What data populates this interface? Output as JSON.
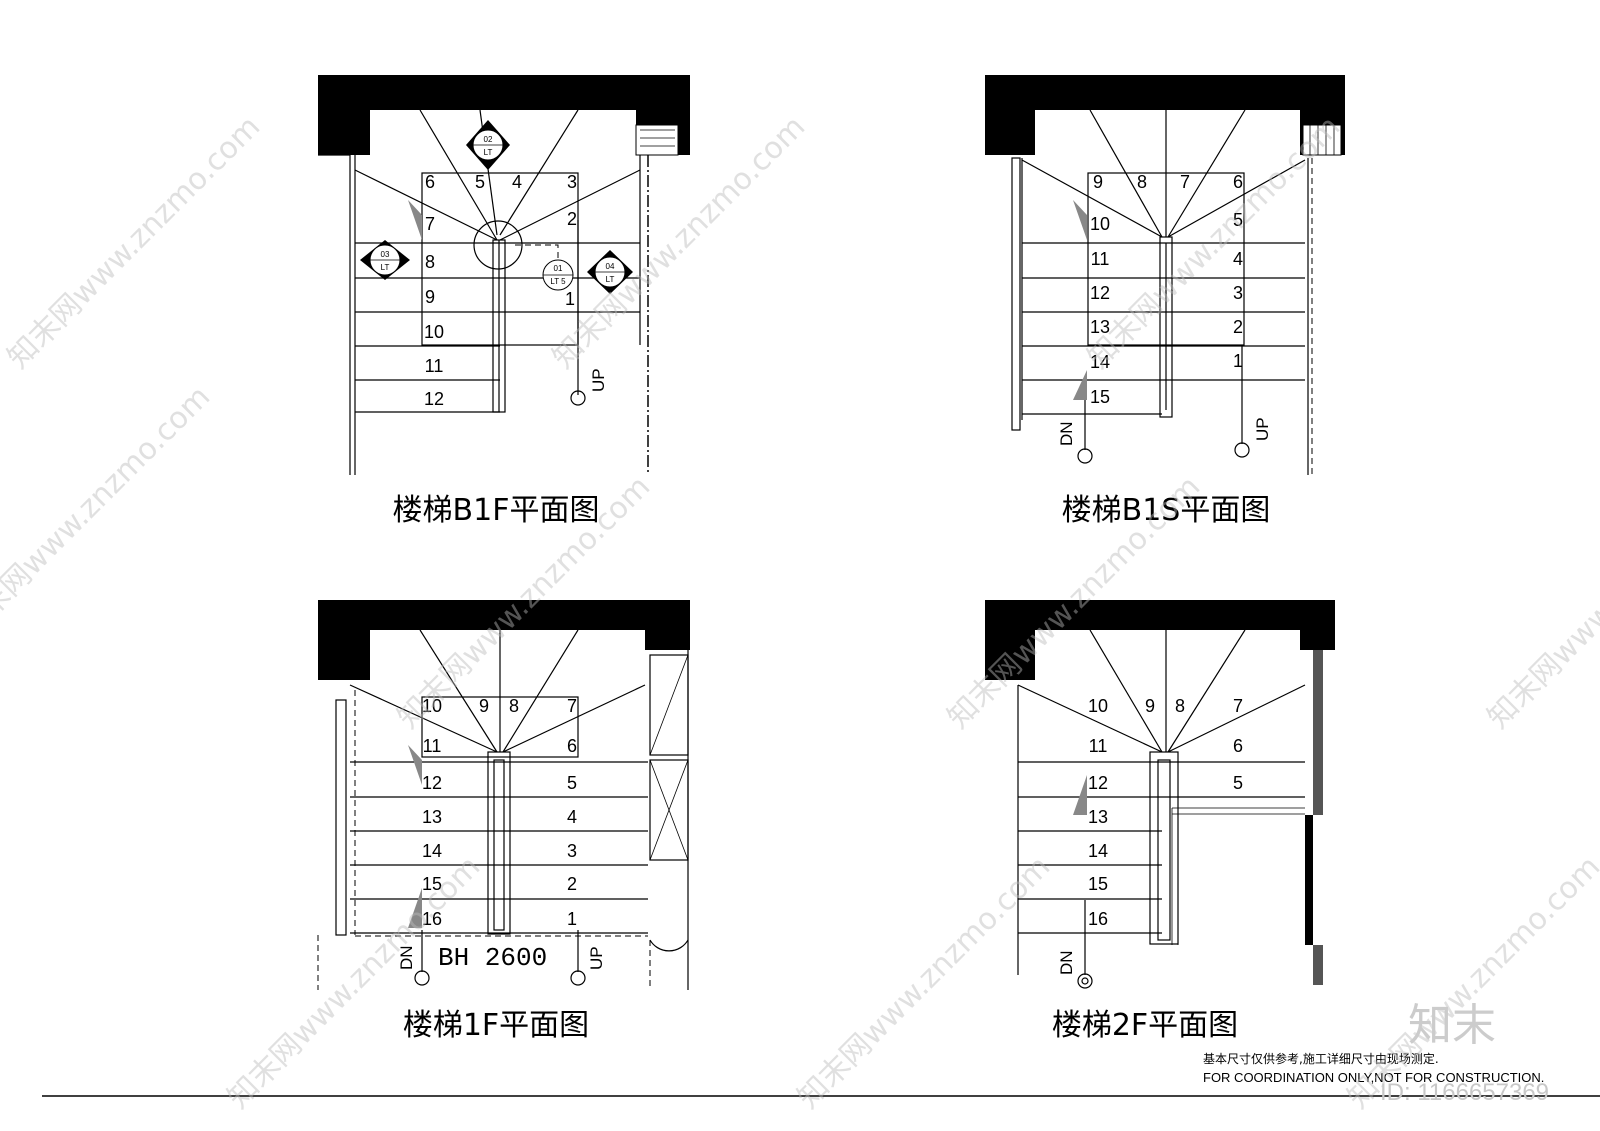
{
  "plans": [
    {
      "title": "楼梯B1F平面图",
      "step_numbers": [
        "1",
        "2",
        "3",
        "4",
        "5",
        "6",
        "7",
        "8",
        "9",
        "10",
        "11",
        "12"
      ],
      "direction_labels": [
        "UP"
      ],
      "tags": [
        {
          "code": "02",
          "sub": "LT"
        },
        {
          "code": "03",
          "sub": "LT"
        },
        {
          "code": "04",
          "sub": "LT"
        },
        {
          "code": "01",
          "sub": "LT 5"
        }
      ]
    },
    {
      "title": "楼梯B1S平面图",
      "step_numbers": [
        "1",
        "2",
        "3",
        "4",
        "5",
        "6",
        "7",
        "8",
        "9",
        "10",
        "11",
        "12",
        "13",
        "14",
        "15"
      ],
      "direction_labels": [
        "DN",
        "UP"
      ]
    },
    {
      "title": "楼梯1F平面图",
      "step_numbers": [
        "1",
        "2",
        "3",
        "4",
        "5",
        "6",
        "7",
        "8",
        "9",
        "10",
        "11",
        "12",
        "13",
        "14",
        "15",
        "16"
      ],
      "direction_labels": [
        "DN",
        "UP"
      ],
      "dimension_text": "BH 2600"
    },
    {
      "title": "楼梯2F平面图",
      "step_numbers": [
        "5",
        "6",
        "7",
        "8",
        "9",
        "10",
        "11",
        "12",
        "13",
        "14",
        "15",
        "16"
      ],
      "direction_labels": [
        "DN"
      ]
    }
  ],
  "notes": {
    "chinese": "基本尺寸仅供参考,施工详细尺寸由现场测定.",
    "english": "FOR COORDINATION ONLY,NOT FOR CONSTRUCTION."
  },
  "watermark": {
    "text": "知末网www.znzmo.com",
    "brand": "知末",
    "id": "ID: 1166657369"
  }
}
